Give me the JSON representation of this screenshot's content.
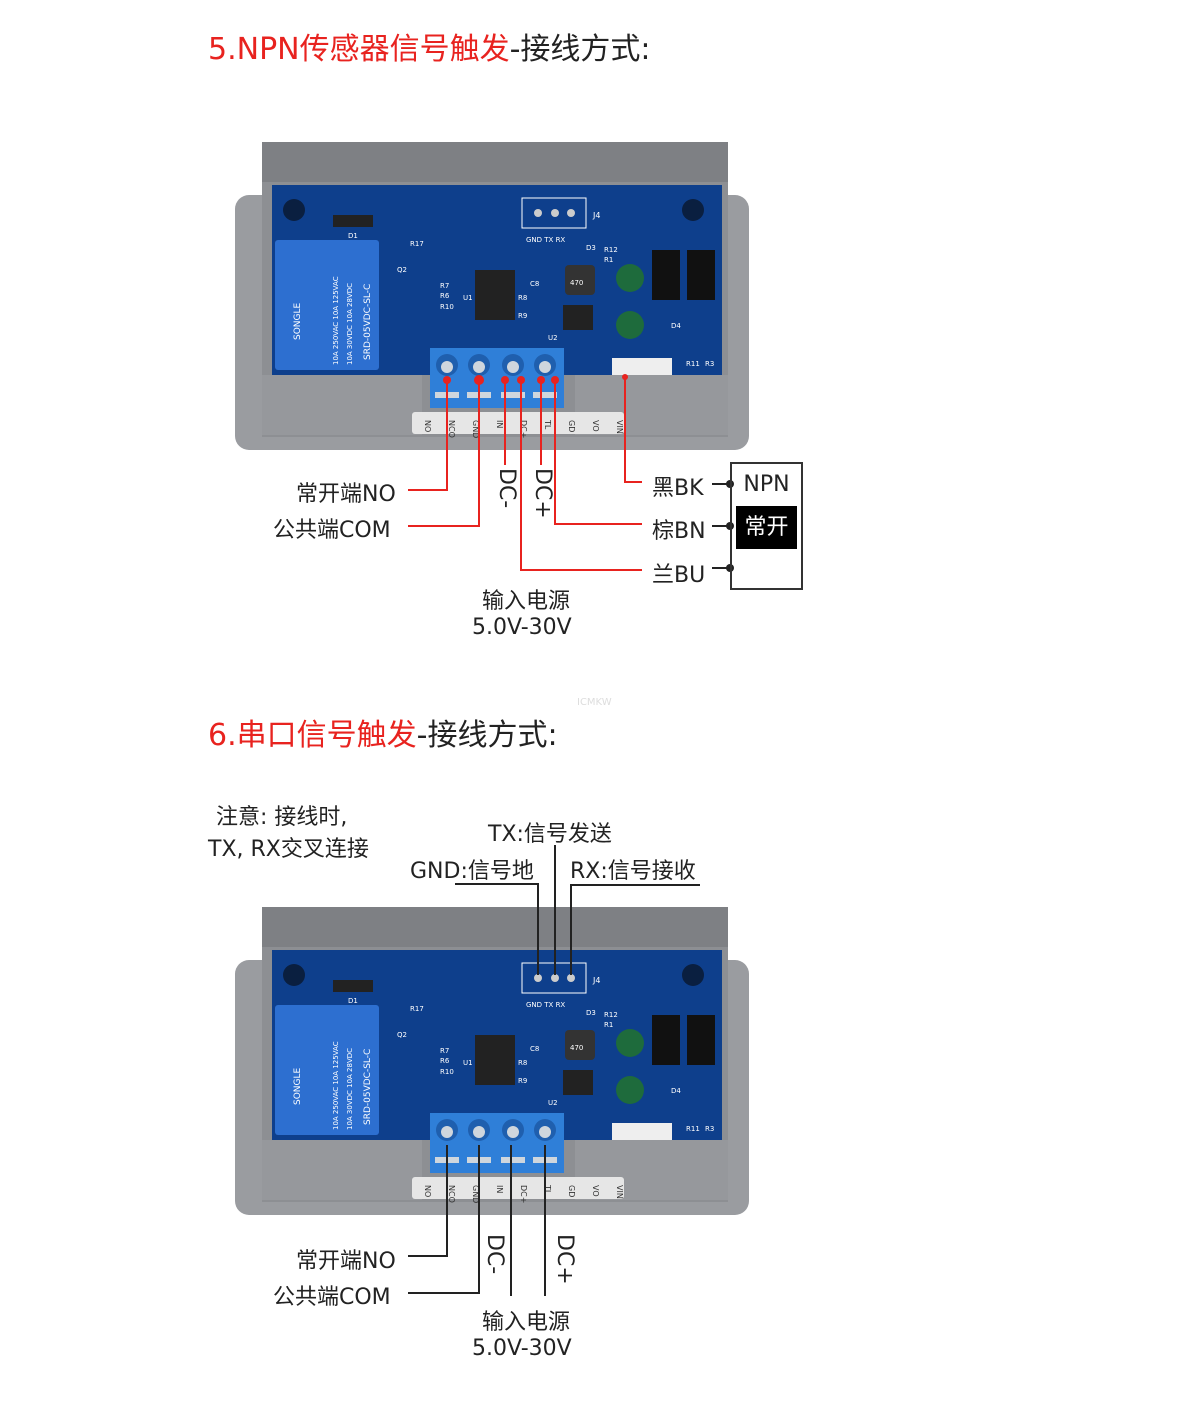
{
  "section5": {
    "title_num": "5.NPN传感器信号触发",
    "title_rest": "-接线方式:",
    "labels": {
      "no": "常开端NO",
      "com": "公共端COM",
      "dc_minus": "DC-",
      "dc_plus": "DC+",
      "power_line1": "输入电源",
      "power_line2": "5.0V-30V",
      "bk": "黑BK",
      "bn": "棕BN",
      "bu": "兰BU"
    },
    "sensor_box": {
      "type": "NPN",
      "mode": "常开"
    }
  },
  "watermark": "ICMKW",
  "section6": {
    "title_num": "6.串口信号触发",
    "title_rest": "-接线方式:",
    "note_line1": "注意: 接线时,",
    "note_line2": "TX, RX交叉连接",
    "labels": {
      "tx": "TX:信号发送",
      "gnd": "GND:信号地",
      "rx": "RX:信号接收",
      "no": "常开端NO",
      "com": "公共端COM",
      "dc_minus": "DC-",
      "dc_plus": "DC+",
      "power_line1": "输入电源",
      "power_line2": "5.0V-30V"
    }
  },
  "board": {
    "silkscreen": {
      "relay_brand": "SONGLE",
      "relay_model": "SRD-05VDC-SL-C",
      "relay_rating1": "10A 250VAC 10A 125VAC",
      "relay_rating2": "10A 30VDC 10A 28VDC",
      "header": "J4",
      "header_pins": "GND TX RX",
      "d1": "D1",
      "q2": "Q2",
      "r17": "R17",
      "r7": "R7",
      "r6": "R6",
      "r10": "R10",
      "u1": "U1",
      "u2": "U2",
      "r8": "R8",
      "r9": "R9",
      "c8": "C8",
      "d3": "D3",
      "r12": "R12",
      "r1": "R1",
      "d4": "D4",
      "r11": "R11",
      "r3": "R3",
      "inductor": "470"
    },
    "terminals": [
      "NO",
      "NCO",
      "GND",
      "IN",
      "DC+",
      "TL",
      "GD",
      "VO",
      "VIN"
    ]
  },
  "colors": {
    "title_red": "#e8231f",
    "pcb_blue": "#0e3f8c",
    "case_gray": "#8d8f93",
    "terminal_blue": "#2f7fd8",
    "wire_red": "#e8231f",
    "wire_black": "#222222"
  }
}
